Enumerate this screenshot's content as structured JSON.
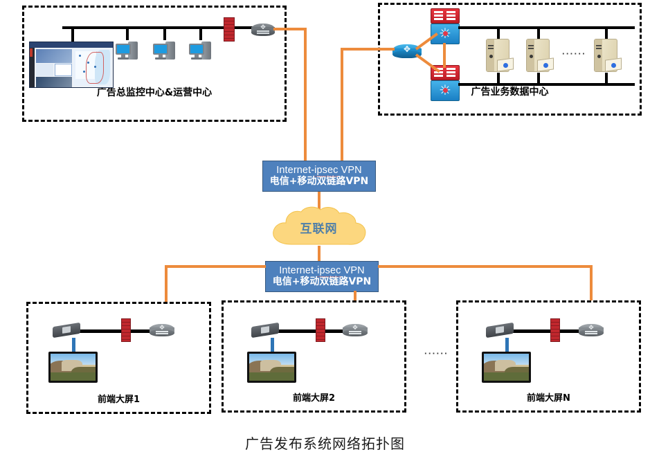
{
  "diagram": {
    "caption": "广告发布系统网络拓扑图",
    "colors": {
      "wan_link": "#ED8B3C",
      "lan_link": "#000000",
      "hdmi_link": "#2E75B6",
      "vpn_box_fill": "#4E81BD",
      "vpn_box_text": "#FFFFFF",
      "cloud_fill": "#FCD77F",
      "cloud_text": "#4F7FA8",
      "zone_border": "#000000",
      "firewall": "#C0272D",
      "router_gray": "#6E6E6E",
      "router_blue": "#1F9BD7",
      "switch_red": "#D6202A",
      "switch_blue": "#2F9BDB",
      "server_beige": "#E8DFC3",
      "pc_screen": "#1E9BE0"
    }
  },
  "zones": {
    "noc": {
      "label": "广告总监控中心&运营中心",
      "nodes": {
        "dashboard": "video-wall-dashboard",
        "pc1": "desktop-pc",
        "pc2": "desktop-pc",
        "pc3": "desktop-pc",
        "firewall": "firewall",
        "router": "router"
      }
    },
    "datacenter": {
      "label": "广告业务数据中心",
      "ellipsis": "······",
      "nodes": {
        "router": "router-blue",
        "switch_stack_top": "switch-stack",
        "switch_stack_bottom": "switch-stack",
        "server1": "server",
        "server2": "server",
        "server3": "server"
      }
    },
    "screens": [
      {
        "label": "前端大屏1",
        "nodes": {
          "player": "media-player",
          "firewall": "firewall",
          "router": "router",
          "display": "large-screen-display"
        }
      },
      {
        "label": "前端大屏2",
        "nodes": {
          "player": "media-player",
          "firewall": "firewall",
          "router": "router",
          "display": "large-screen-display"
        }
      },
      {
        "label": "前端大屏N",
        "nodes": {
          "player": "media-player",
          "firewall": "firewall",
          "router": "router",
          "display": "large-screen-display"
        }
      }
    ],
    "screens_ellipsis": "······"
  },
  "vpn_top": {
    "line1_a": "Internet-",
    "line1_b": "ipsec",
    "line1_c": " VPN",
    "line2": "电信+移动双链路VPN"
  },
  "vpn_bottom": {
    "line1_a": "Internet-",
    "line1_b": "ipsec",
    "line1_c": " VPN",
    "line2": "电信+移动双链路VPN"
  },
  "cloud": {
    "label": "互联网"
  }
}
